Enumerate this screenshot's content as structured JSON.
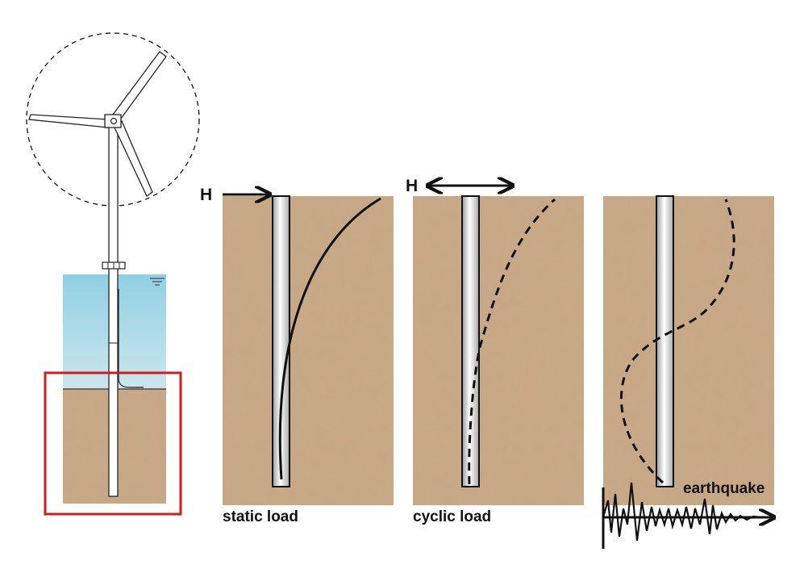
{
  "labels": {
    "force_static": "H",
    "force_cyclic": "H",
    "static_load": "static load",
    "cyclic_load": "cyclic load",
    "earthquake": "earthquake"
  },
  "colors": {
    "soil": "#c8a783",
    "water_top": "#8fd0e3",
    "water_bottom": "#c9e7ee",
    "highlight_box": "#d01c1c",
    "line": "#111111"
  },
  "icons": [
    "wind-turbine-icon",
    "seismic-wave-icon"
  ]
}
